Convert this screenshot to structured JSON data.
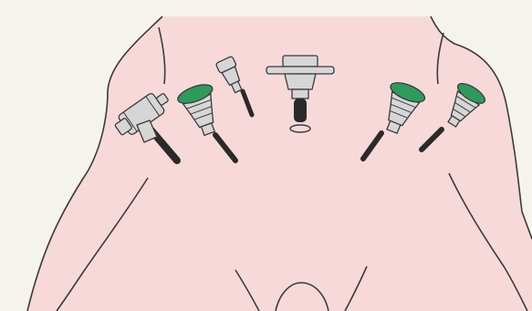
{
  "colors": {
    "background": "#f4f3ec",
    "skin": "#f8d9d9",
    "outline": "#3b3b3b",
    "port_metal": "#d6d6d6",
    "port_seal_green": "#2e9a5c",
    "cannula_shaft": "#2a2a2a"
  },
  "figure": {
    "subject": "patient-torso-supine",
    "ports": [
      {
        "kind": "trocar-with-stopcock",
        "seal": "grey"
      },
      {
        "kind": "trocar",
        "seal": "green"
      },
      {
        "kind": "small-trocar",
        "seal": "grey"
      },
      {
        "kind": "camera-port",
        "seal": "grey"
      },
      {
        "kind": "trocar",
        "seal": "green"
      },
      {
        "kind": "trocar",
        "seal": "green"
      }
    ]
  }
}
